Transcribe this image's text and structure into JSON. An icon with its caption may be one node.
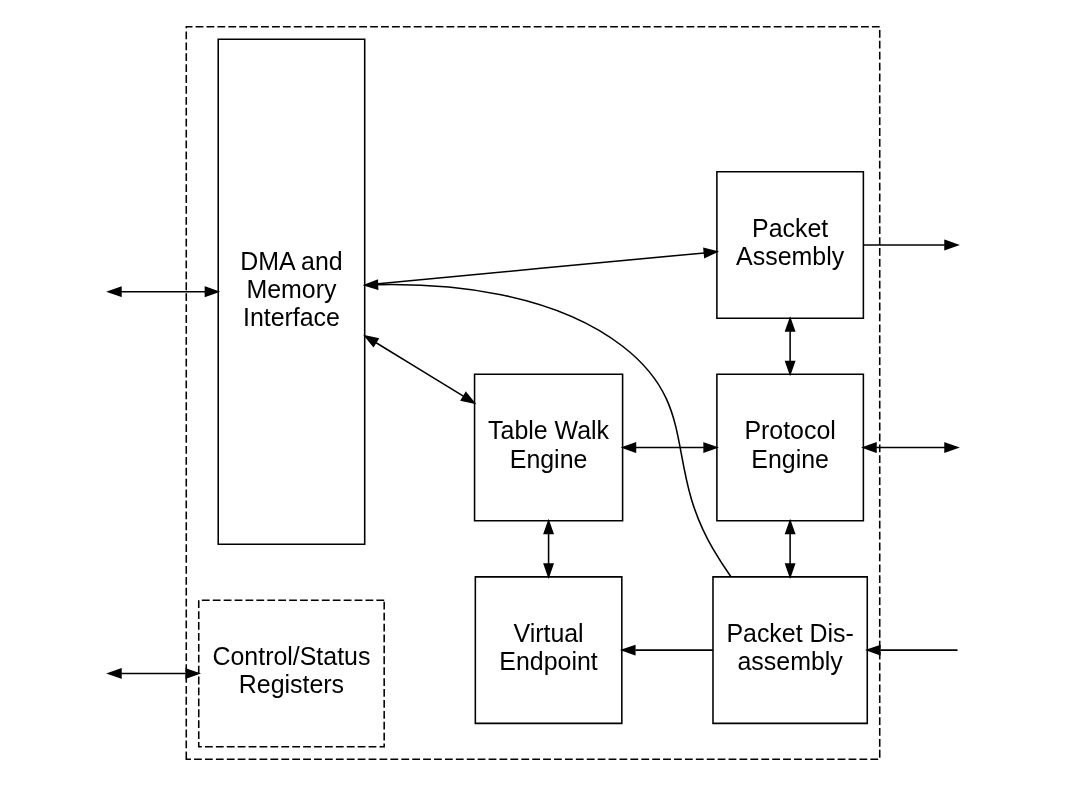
{
  "diagram": {
    "nodes": [
      {
        "text": [],
        "shape": "box"
      },
      {
        "text": [
          "DMA and Memory Interface"
        ],
        "in": 0
      },
      {
        "text": [
          "Packet Assembly"
        ],
        "in": 0
      },
      {
        "text": [
          "Table Walk Engine"
        ],
        "in": 0
      },
      {
        "text": [
          "Protocol Engine"
        ],
        "in": 0
      },
      {
        "text": [
          "Virtual Endpoint"
        ],
        "in": 0
      },
      {
        "text": [
          "Packet Dis- assembly"
        ],
        "in": 0
      },
      {
        "text": [
          "Control/Status Registers"
        ],
        "in": 0
      }
    ],
    "edges": [
      {
        "from": null,
        "to": 1,
        "arrow": "both"
      },
      {
        "from": 1,
        "to": 2,
        "arrow": "to"
      },
      {
        "from": 2,
        "to": null,
        "arrow": "to"
      },
      {
        "from": 1,
        "to": 3,
        "arrow": "both"
      },
      {
        "from": 2,
        "to": 4,
        "arrow": "both"
      },
      {
        "from": 3,
        "to": 4,
        "arrow": "both"
      },
      {
        "from": 4,
        "to": null,
        "arrow": "both"
      },
      {
        "from": 3,
        "to": 5,
        "arrow": "both"
      },
      {
        "from": 4,
        "to": 6,
        "arrow": "both"
      },
      {
        "from": 6,
        "to": 5,
        "arrow": "to"
      },
      {
        "from": null,
        "to": 6,
        "arrow": "to"
      },
      {
        "from": 6,
        "to": 1,
        "arrow": "to"
      },
      {
        "from": null,
        "to": 7,
        "arrow": "both"
      }
    ]
  }
}
